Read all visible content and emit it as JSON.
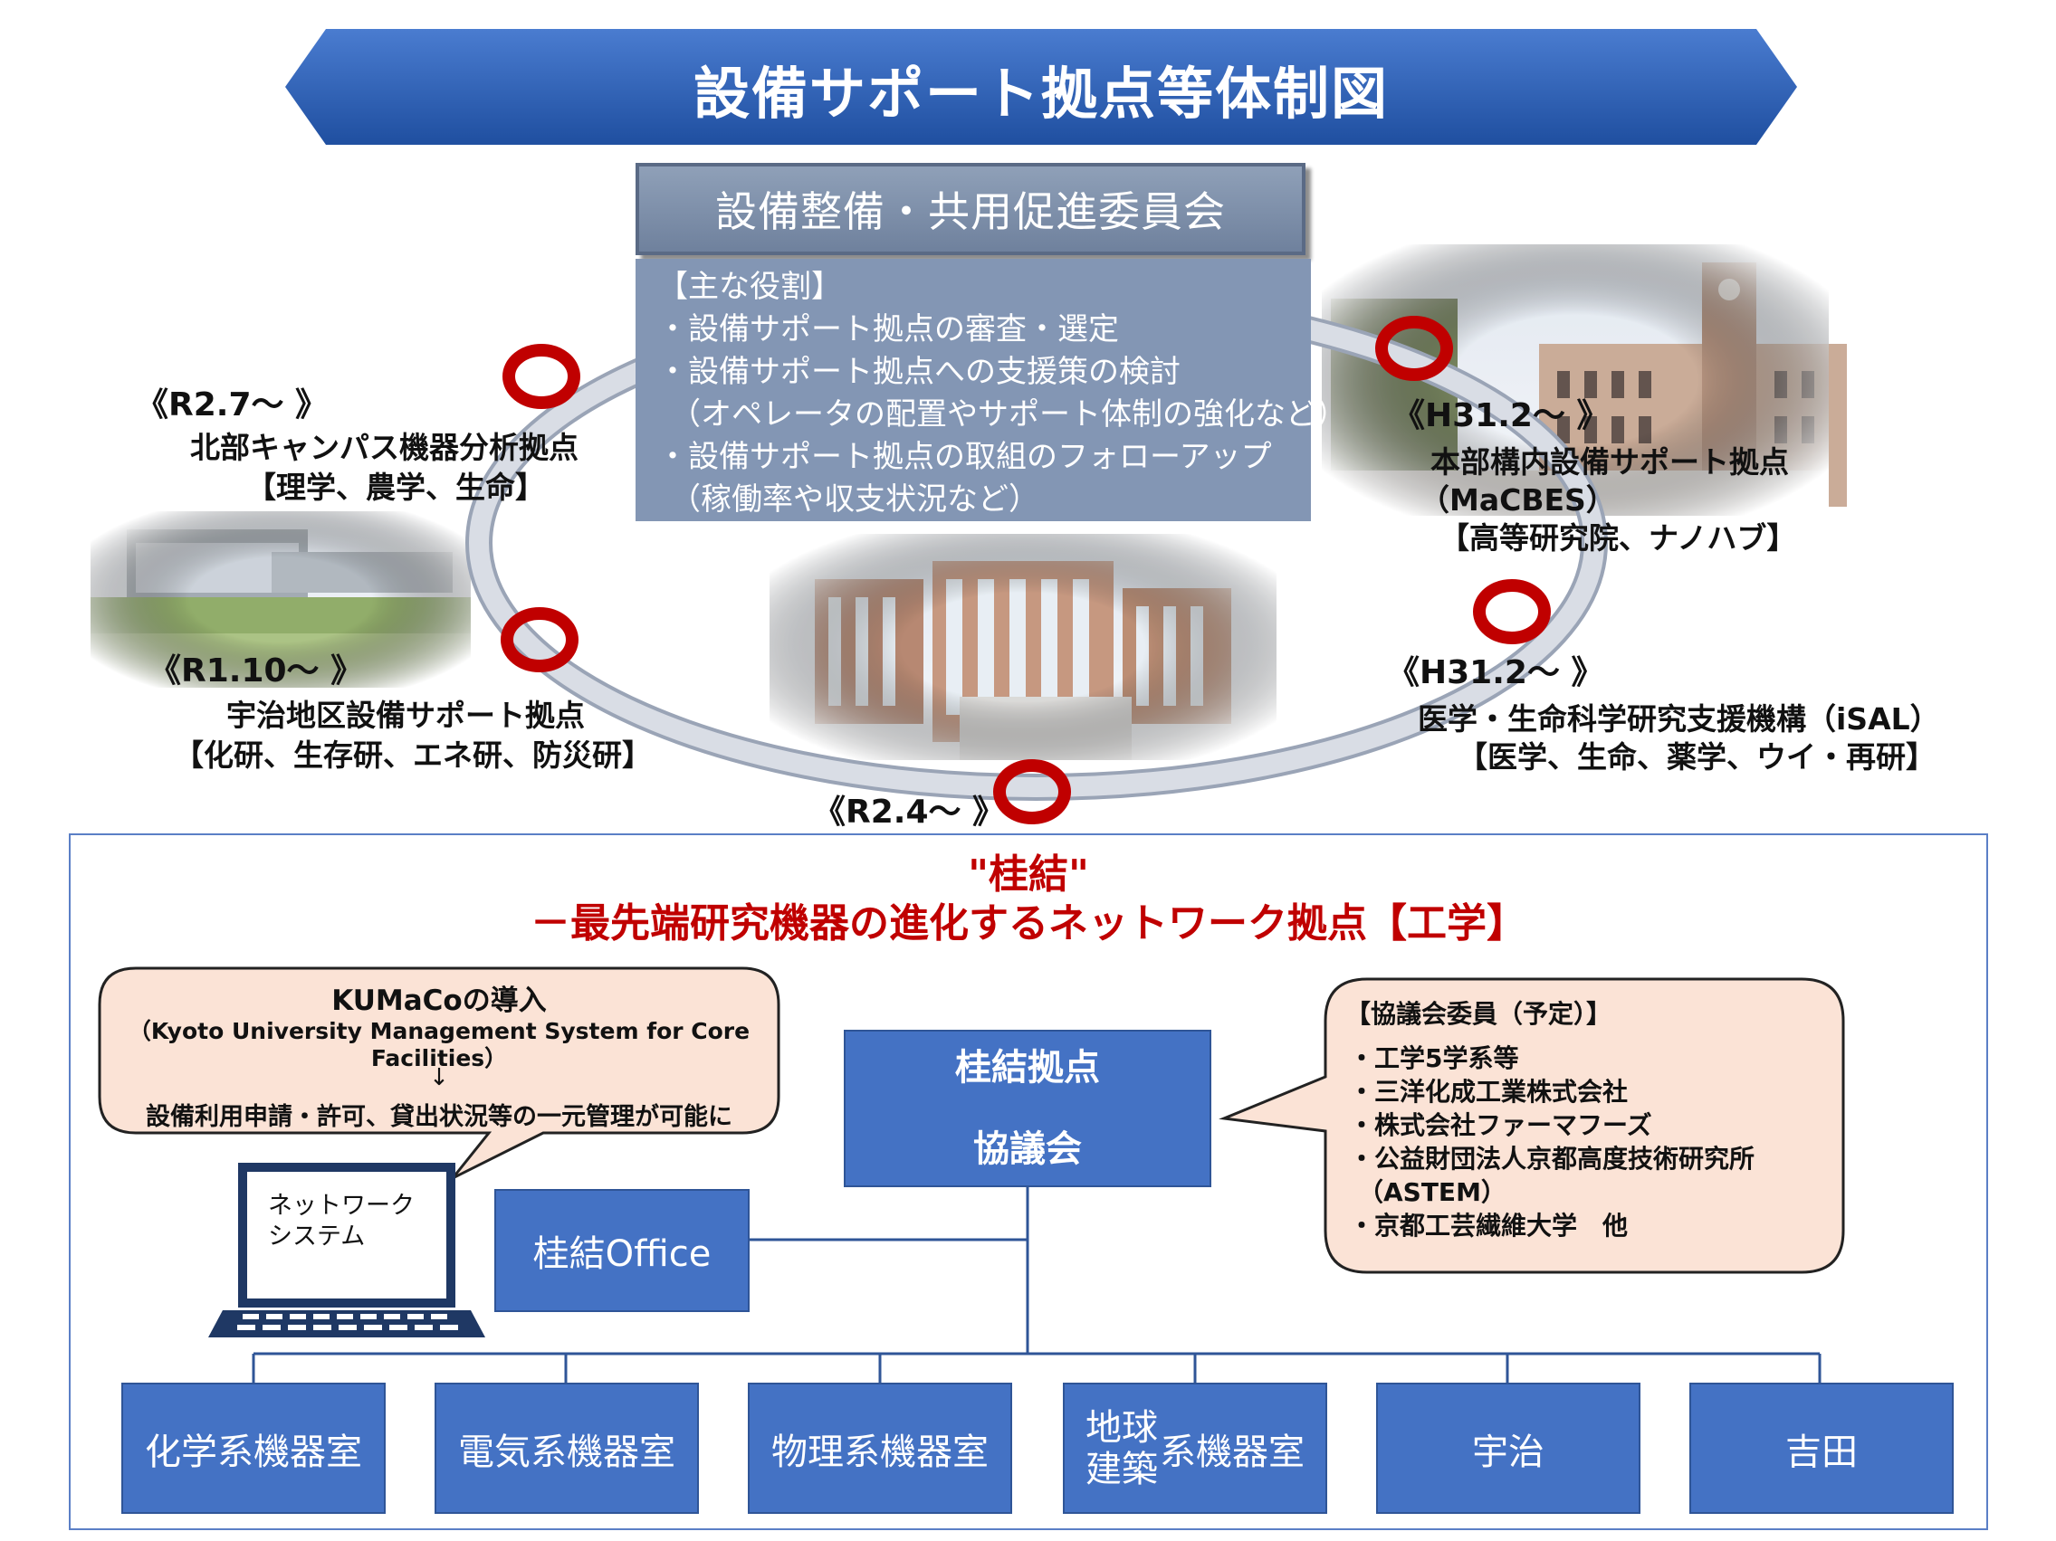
{
  "title": "設備サポート拠点等体制図",
  "committee": {
    "name": "設備整備・共用促進委員会",
    "roles_heading": "【主な役割】",
    "roles": [
      "・設備サポート拠点の審査・選定",
      "・設備サポート拠点への支援策の検討",
      "（オペレータの配置やサポート体制の強化など）",
      "・設備サポート拠点の取組のフォローアップ",
      "（稼働率や収支状況など）"
    ]
  },
  "sites": {
    "north": {
      "date": "《R2.7～ 》",
      "name": "北部キャンパス機器分析拠点",
      "fields": "【理学、農学、生命】"
    },
    "uji": {
      "date": "《R1.10～ 》",
      "name": "宇治地区設備サポート拠点",
      "fields": "【化研、生存研、エネ研、防災研】"
    },
    "katsura": {
      "date": "《R2.4～ 》"
    },
    "honbu": {
      "date": "《H31.2～ 》",
      "name": "本部構内設備サポート拠点",
      "sub": "（MaCBES）",
      "fields": "【高等研究院、ナノハブ】"
    },
    "isal": {
      "date": "《H31.2～ 》",
      "name": "医学・生命科学研究支援機構（iSAL）",
      "fields": "【医学、生命、薬学、ウイ・再研】"
    }
  },
  "katsura": {
    "name": "\"桂結\"",
    "subtitle": "－最先端研究機器の進化するネットワーク拠点【工学】"
  },
  "kumaco": {
    "heading": "KUMaCoの導入",
    "full_name_1": "（Kyoto University Management System for Core",
    "full_name_2": "Facilities）",
    "arrow": "↓",
    "benefit": "設備利用申請・許可、貸出状況等の一元管理が可能に"
  },
  "laptop": {
    "label_1": "ネットワーク",
    "label_2": "システム"
  },
  "council": {
    "line_1": "桂結拠点",
    "line_2": "協議会"
  },
  "office": {
    "label": "桂結Office"
  },
  "members": {
    "heading": "【協議会委員（予定）】",
    "items": [
      "・工学5学系等",
      "・三洋化成工業株式会社",
      "・株式会社ファーマフーズ",
      "・公益財団法人京都高度技術研究所",
      "（ASTEM）",
      "・京都工芸繊維大学　他"
    ]
  },
  "rooms": [
    {
      "label": "化学系機器室"
    },
    {
      "label": "電気系機器室"
    },
    {
      "label": "物理系機器室"
    },
    {
      "label_top": "地球",
      "label_bottom": "建築",
      "label_rest": "系機器室"
    },
    {
      "label": "宇治"
    },
    {
      "label": "吉田"
    }
  ],
  "colors": {
    "banner": "#2f5fb3",
    "box_blue": "#4472c4",
    "red_ring": "#c00000",
    "committee": "#8396b4",
    "accent_red": "#c00000"
  }
}
